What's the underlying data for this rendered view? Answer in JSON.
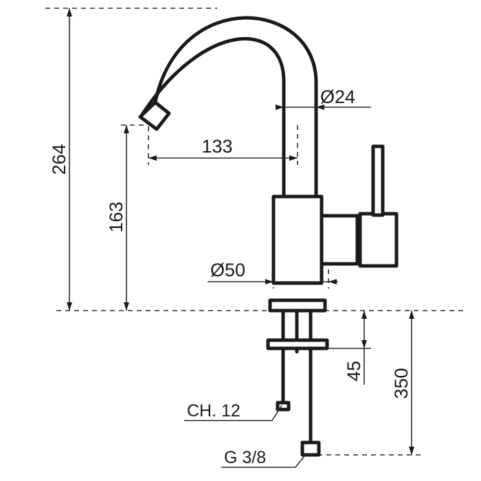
{
  "dimensions": {
    "total_height": "264",
    "spout_height": "163",
    "reach": "133",
    "spout_diameter": "Ø24",
    "base_diameter": "Ø50",
    "flange_offset": "45",
    "hose_length": "350"
  },
  "labels": {
    "wrench_size": "CH. 12",
    "thread": "G 3/8"
  },
  "colors": {
    "line": "#1a1a1a",
    "background": "#ffffff"
  }
}
